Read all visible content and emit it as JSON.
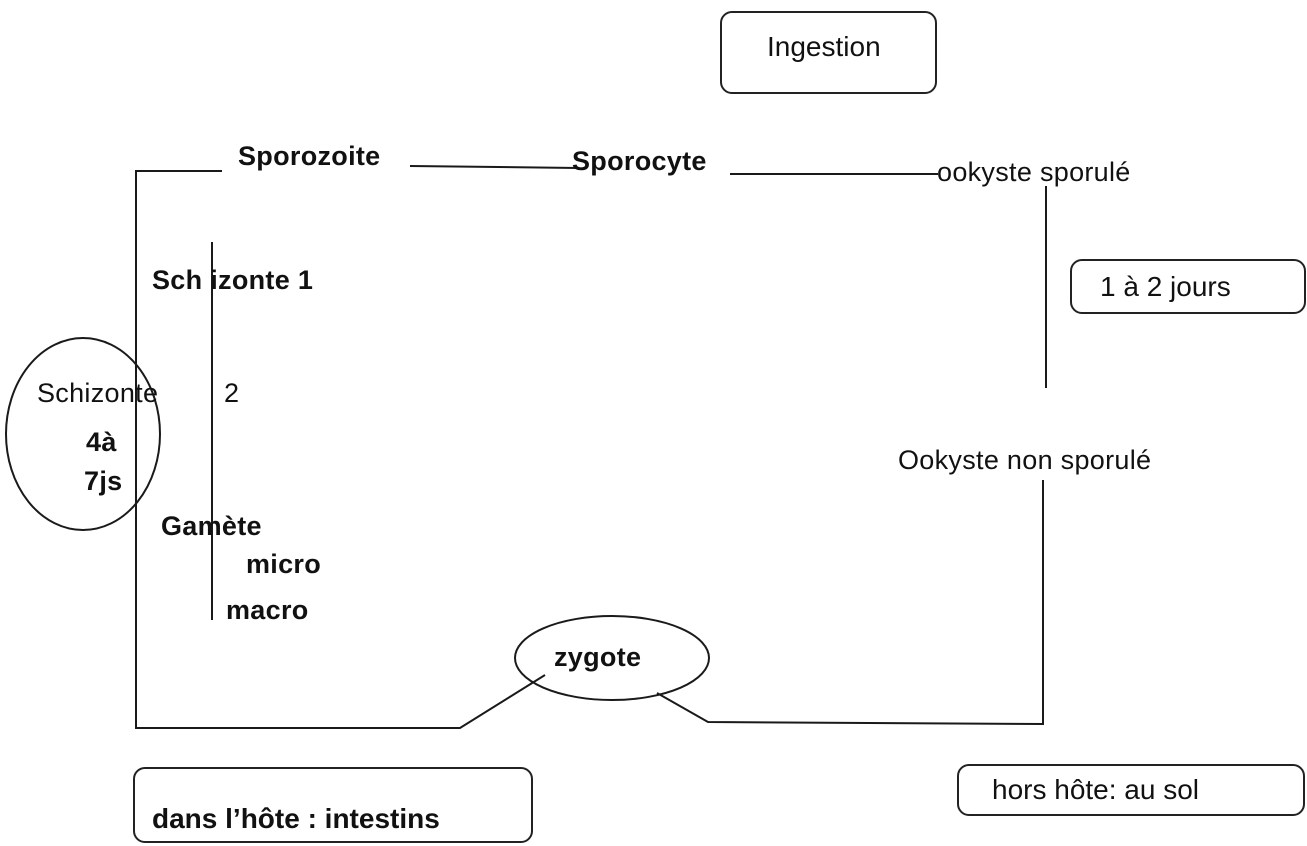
{
  "boxes": {
    "ingestion": "Ingestion",
    "duration_outside": "1 à 2 jours",
    "in_host": "dans l’hôte : intestins",
    "outside_host": "hors hôte: au sol"
  },
  "stages": {
    "sporozoite": "Sporozoite",
    "sporocyte": "Sporocyte",
    "sporulated_oocyst": "ookyste sporulé",
    "schizont1": "Sch izonte 1",
    "schizont2_prefix": "Schizonte",
    "schizont2_number": "2",
    "duration_in_host_a": "4à",
    "duration_in_host_b": "7js",
    "gamete": "Gamète",
    "micro": "micro",
    "macro": "macro",
    "zygote": "zygote",
    "unsporulated_oocyst": "Ookyste non sporulé"
  }
}
